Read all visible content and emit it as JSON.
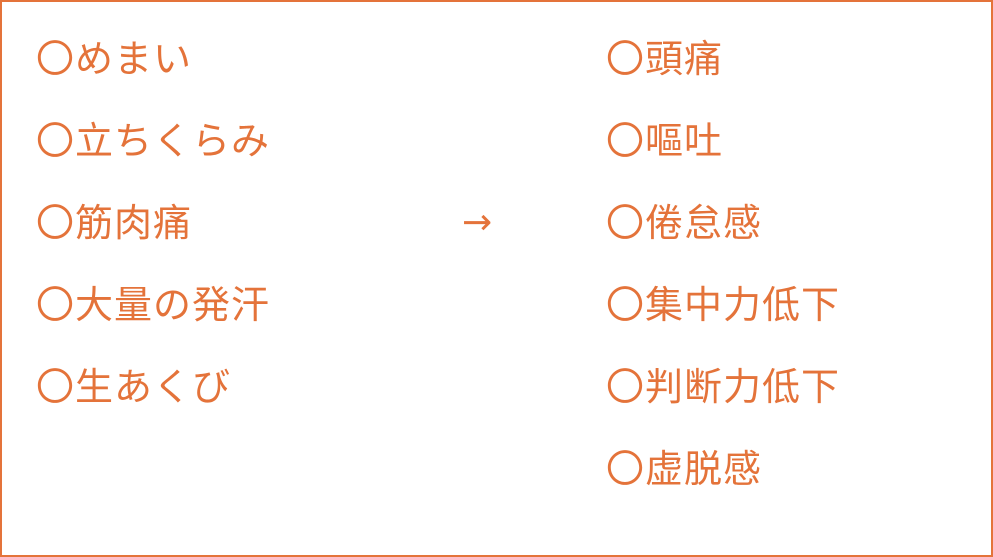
{
  "colors": {
    "accent": "#e4733a",
    "background": "#ffffff"
  },
  "left_items": [
    "〇めまい",
    "〇立ちくらみ",
    "〇筋肉痛",
    "〇大量の発汗",
    "〇生あくび"
  ],
  "arrow": "→",
  "right_items": [
    "〇頭痛",
    "〇嘔吐",
    "〇倦怠感",
    "〇集中力低下",
    "〇判断力低下",
    "〇虚脱感"
  ]
}
